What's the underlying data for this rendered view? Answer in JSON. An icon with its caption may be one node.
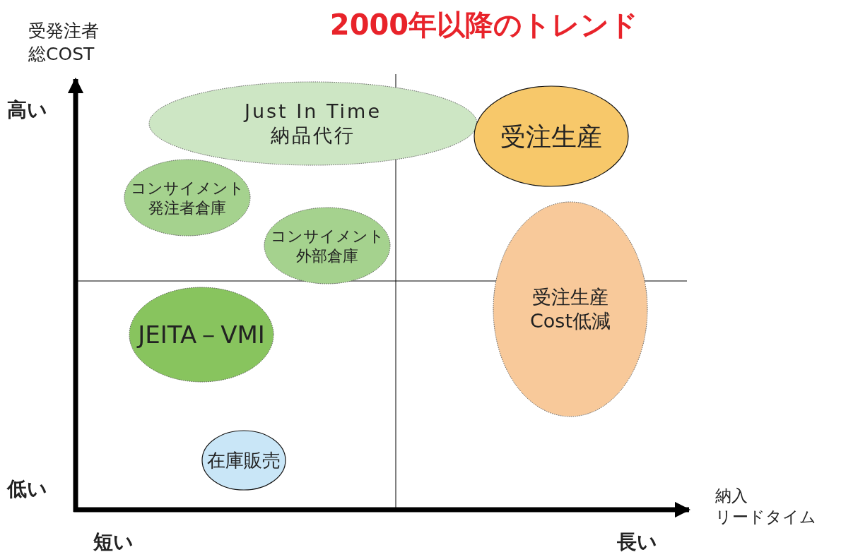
{
  "diagram": {
    "title": "2000年以降のトレンド",
    "nodes": [
      {
        "text": [
          "Just In Time 納品代行"
        ]
      },
      {
        "text": [
          "受注生産"
        ]
      },
      {
        "text": [
          "コンサイメント発注者倉庫"
        ]
      },
      {
        "text": [
          "コンサイメント外部倉庫"
        ]
      },
      {
        "text": [
          "JEITA－VMI"
        ]
      },
      {
        "text": [
          "受注生産Cost低減"
        ]
      },
      {
        "text": [
          "在庫販売"
        ]
      }
    ],
    "labels": [
      "受発注者総COST",
      "高い",
      "低い",
      "短い",
      "長い",
      "納入リードタイム"
    ]
  }
}
